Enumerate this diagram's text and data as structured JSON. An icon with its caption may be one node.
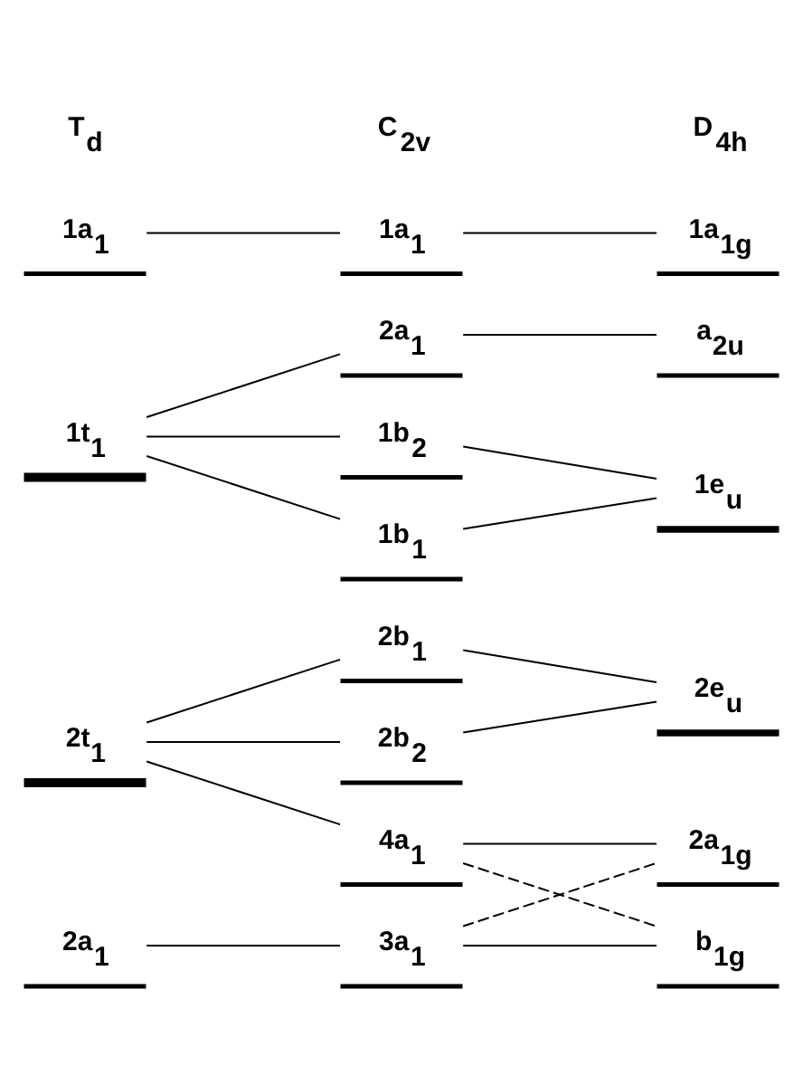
{
  "diagram": {
    "nodes": [
      {
        "text": [
          "2t$_{1}$"
        ]
      },
      {
        "text": [
          "2a$_{1}$"
        ]
      },
      {
        "text": [
          "1t$_{1}$"
        ]
      },
      {
        "text": [
          "1a$_{1}$"
        ]
      },
      {
        "text": [
          "2b$_{1}$"
        ]
      },
      {
        "text": [
          "2b$_{2}$"
        ]
      },
      {
        "text": [
          "4a$_{1}$"
        ]
      },
      {
        "text": [
          "3a$_{1}$"
        ]
      },
      {
        "text": [
          "2a$_{1}$"
        ]
      },
      {
        "text": [
          "1b$_{2}$"
        ]
      },
      {
        "text": [
          "1b$_{1}$"
        ]
      },
      {
        "text": [
          "1a$_{1}$"
        ]
      },
      {
        "text": [
          "2e$_{u}$"
        ]
      },
      {
        "text": [
          "2a$_{1g}$"
        ]
      },
      {
        "text": [
          "b$_{1g}$"
        ]
      },
      {
        "text": [
          "a$_{2u}$"
        ]
      },
      {
        "text": [
          "1e$_{u}$"
        ]
      },
      {
        "text": [
          "1a$_{1g}$"
        ]
      }
    ],
    "edges": [
      {
        "from": 0,
        "to": 4,
        "arrow": "none"
      },
      {
        "from": 0,
        "to": 5,
        "arrow": "none"
      },
      {
        "from": 0,
        "to": 6,
        "arrow": "none"
      },
      {
        "from": 4,
        "to": 12,
        "arrow": "none"
      },
      {
        "from": 5,
        "to": 12,
        "arrow": "none"
      },
      {
        "from": 6,
        "to": 13,
        "arrow": "none"
      },
      {
        "from": 6,
        "to": 14,
        "arrow": "none",
        "style": "dashed"
      },
      {
        "from": 1,
        "to": 7,
        "arrow": "none"
      },
      {
        "from": 7,
        "to": 13,
        "arrow": "none",
        "style": "dashed"
      },
      {
        "from": 7,
        "to": 14,
        "arrow": "none"
      },
      {
        "from": 2,
        "to": 8,
        "arrow": "none"
      },
      {
        "from": 2,
        "to": 9,
        "arrow": "none"
      },
      {
        "from": 2,
        "to": 10,
        "arrow": "none"
      },
      {
        "from": 8,
        "to": 15,
        "arrow": "none"
      },
      {
        "from": 9,
        "to": 16,
        "arrow": "none"
      },
      {
        "from": 10,
        "to": 16,
        "arrow": "none"
      },
      {
        "from": 3,
        "to": 11,
        "arrow": "none"
      },
      {
        "from": 11,
        "to": 17,
        "arrow": "none"
      }
    ],
    "labels": [
      "T$_{d}$",
      "C$_{2v}$",
      "D$_{4h}$"
    ]
  }
}
